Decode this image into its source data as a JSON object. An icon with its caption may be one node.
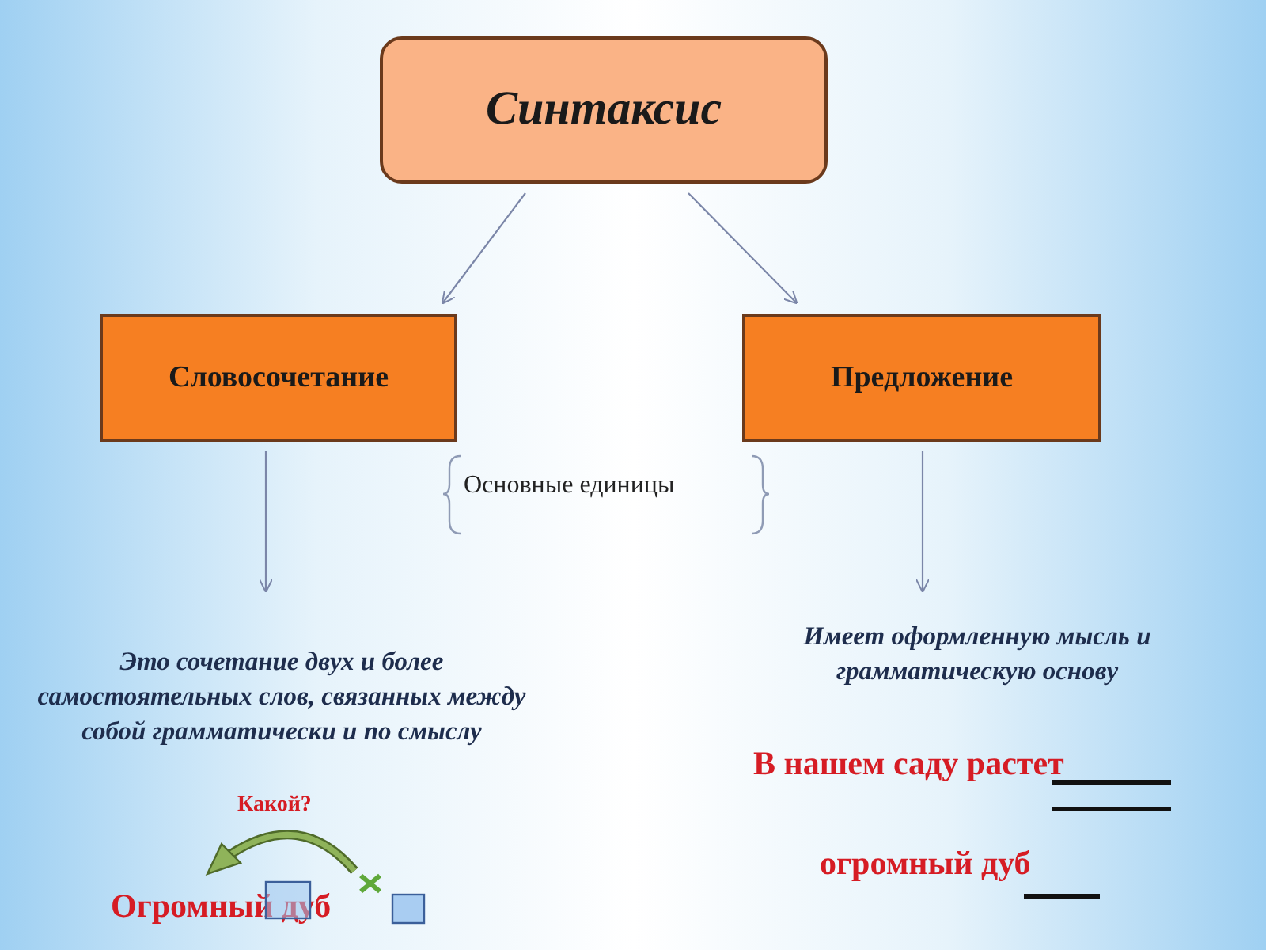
{
  "diagram": {
    "nodes": [
      {
        "text": [
          "Синтаксис"
        ]
      },
      {
        "text": [
          "Словосочетание"
        ]
      },
      {
        "text": [
          "Предложение"
        ]
      },
      {
        "text": [
          "Это сочетание двух и более самостоятельных слов, связанных между собой грамматически и по смыслу"
        ]
      },
      {
        "text": [
          "Имеет оформленную мысль и грамматическую основу"
        ]
      }
    ],
    "edges": [
      {
        "from": 0,
        "to": 1,
        "arrow": "to"
      },
      {
        "from": 0,
        "to": 2,
        "arrow": "to"
      },
      {
        "from": 1,
        "to": 3,
        "arrow": "to"
      },
      {
        "from": 2,
        "to": 4,
        "arrow": "to"
      }
    ],
    "labels": [
      "Основные единицы",
      "Какой?",
      "Огромный дуб",
      "В нашем саду растет",
      "огромный дуб"
    ]
  }
}
